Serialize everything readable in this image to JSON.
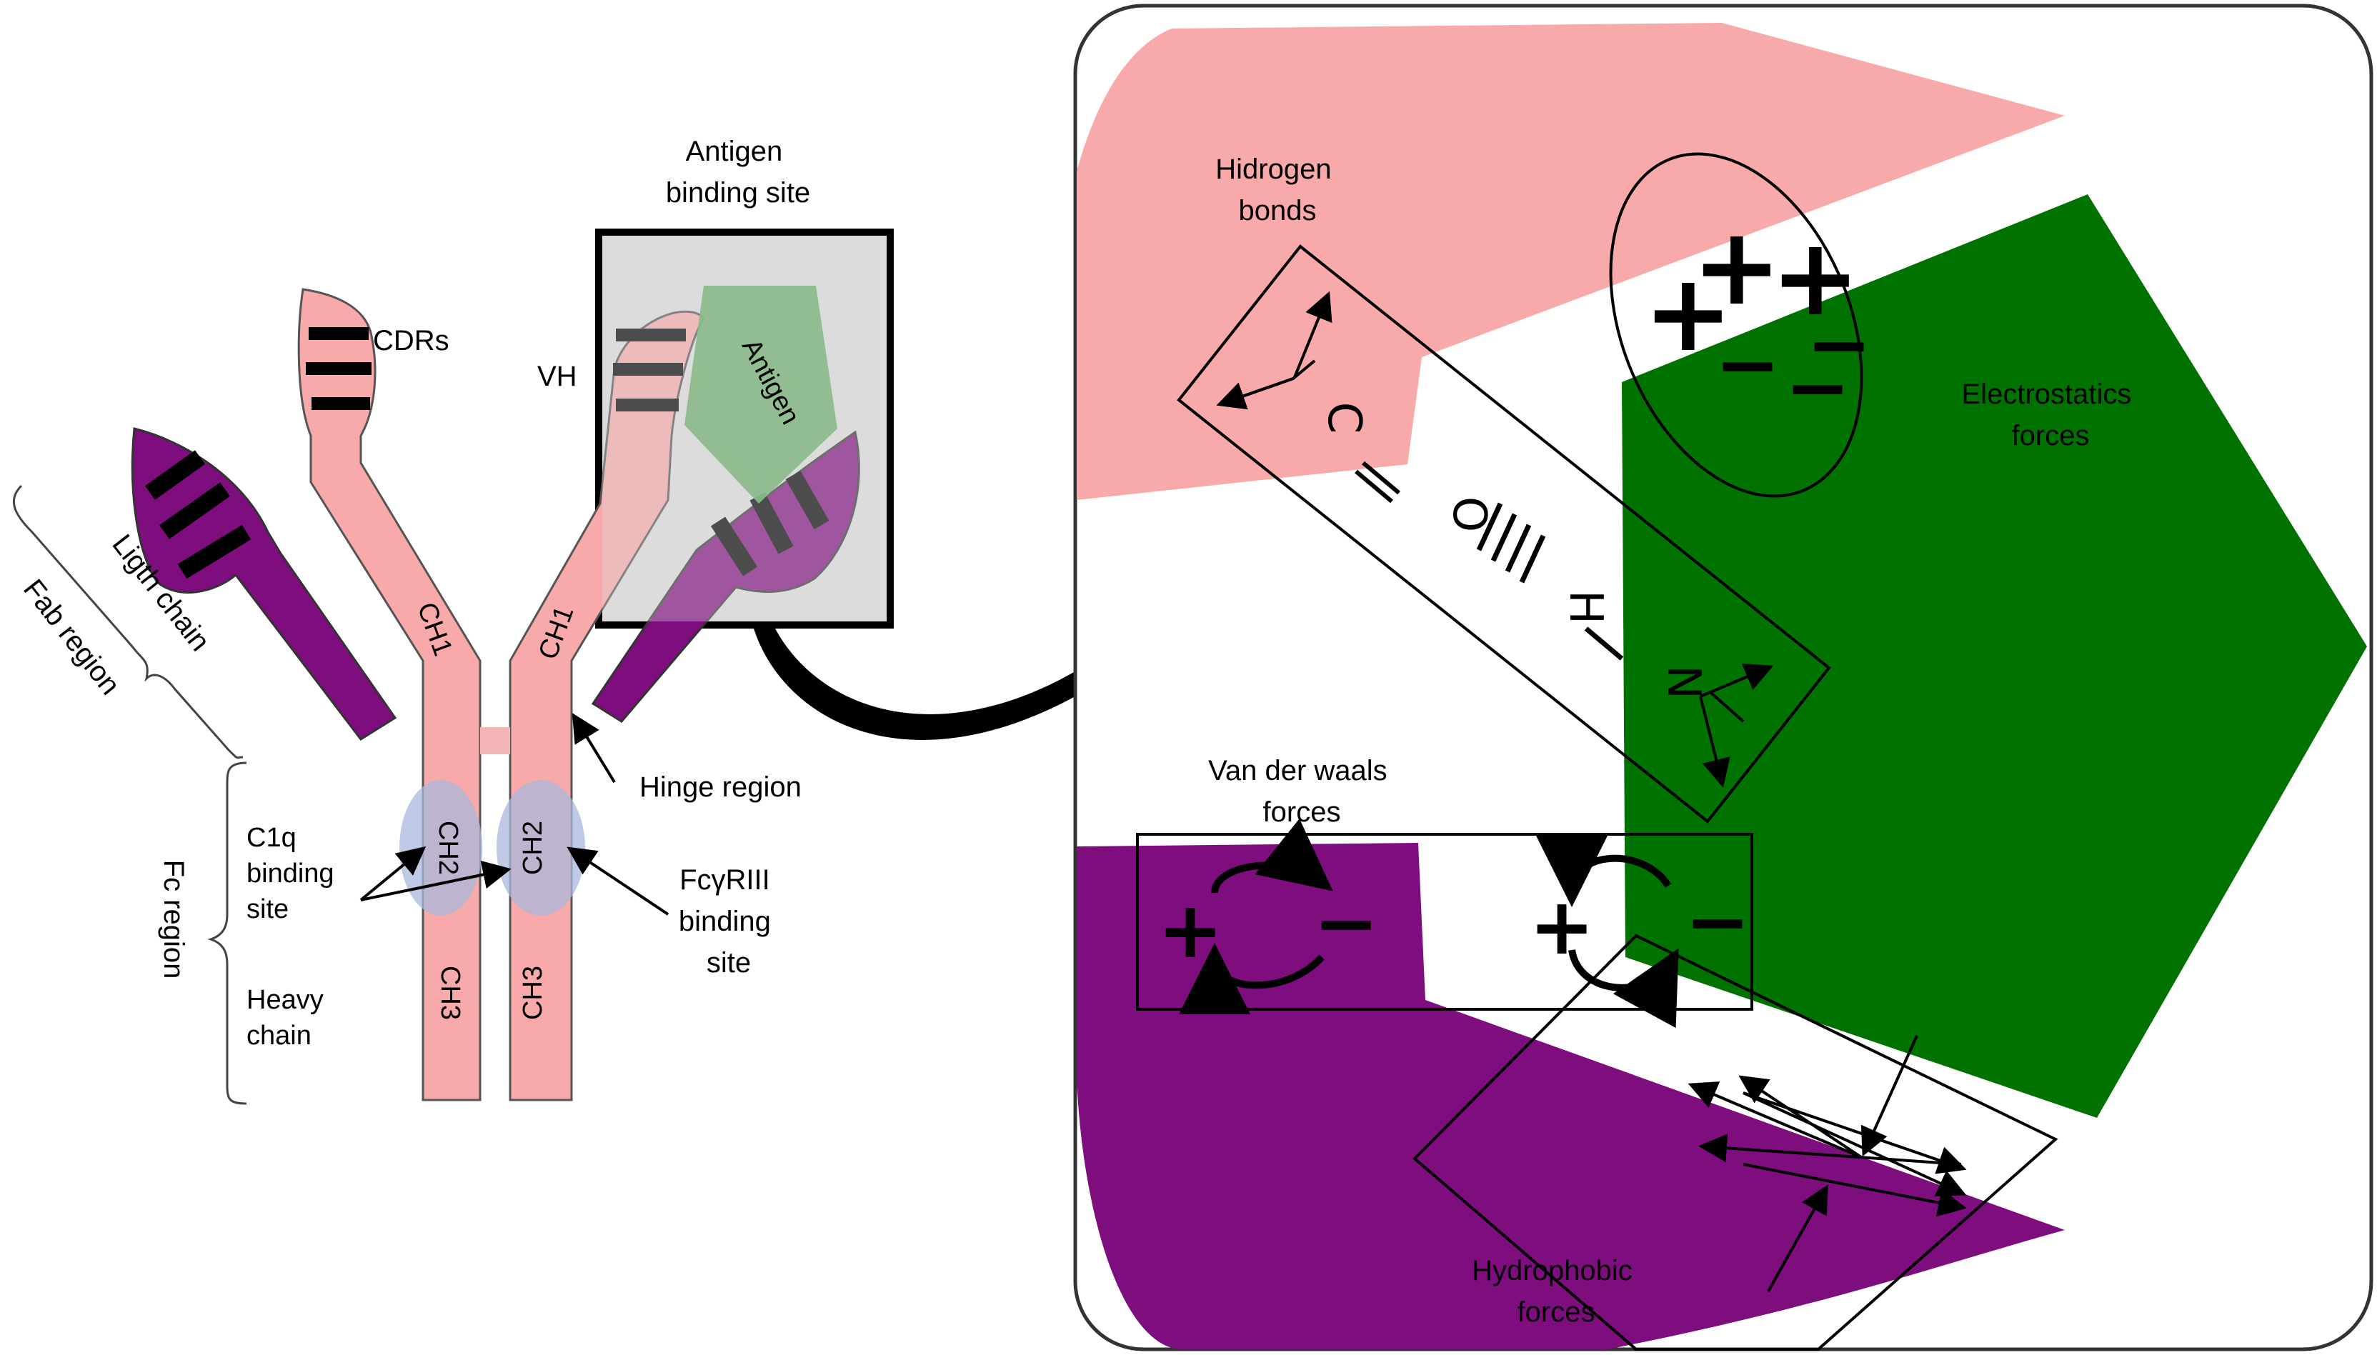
{
  "colors": {
    "light_chain": "#7e0e7e",
    "heavy_chain": "#f8a9a9",
    "antigen_left": "#5ea85e",
    "antigen_right": "#007200",
    "binding_box_fill": "#dcdcdc",
    "cdr_stripe": "#000000",
    "binding_ellipse": "#a9b8dd"
  },
  "antibody": {
    "antigen_binding_site": [
      "Antigen",
      "binding site"
    ],
    "cdrs": "CDRs",
    "vh": "VH",
    "antigen": "Antigen",
    "ch1_left": "CH1",
    "ch1_right": "CH1",
    "ch2_left": "CH2",
    "ch2_right": "CH2",
    "ch3_left": "CH3",
    "ch3_right": "CH3",
    "ligth_chain": "Ligth chain",
    "fab_region": "Fab region",
    "fc_region": "Fc region",
    "c1q_binding_site": [
      "C1q",
      "binding",
      "site"
    ],
    "heavy_chain": [
      "Heavy",
      "chain"
    ],
    "hinge_region": "Hinge region",
    "fcgriii_binding_site": [
      "FcγRIII",
      "binding",
      "site"
    ]
  },
  "forces": {
    "hydrogen_bonds": [
      "Hidrogen",
      "bonds"
    ],
    "electrostatics": [
      "Electrostatics",
      "forces"
    ],
    "van_der_waals": [
      "Van der waals",
      "forces"
    ],
    "hydrophobic": [
      "Hydrophobic",
      "forces"
    ],
    "atom_c": "C",
    "atom_o": "O",
    "atom_h": "H",
    "atom_n": "N",
    "plus_sign": "+",
    "minus_sign": "−"
  }
}
